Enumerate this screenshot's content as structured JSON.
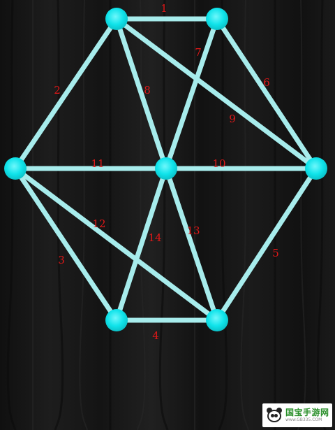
{
  "colors": {
    "edge": "#a7ecec",
    "node": "#0fe3ea",
    "label": "#e01818",
    "background": "#151515"
  },
  "edges": [
    {
      "label": "1",
      "from": "n1",
      "to": "n2"
    },
    {
      "label": "2",
      "from": "n1",
      "to": "n3"
    },
    {
      "label": "3",
      "from": "n3",
      "to": "n6"
    },
    {
      "label": "4",
      "from": "n6",
      "to": "n7"
    },
    {
      "label": "5",
      "from": "n7",
      "to": "n5"
    },
    {
      "label": "6",
      "from": "n2",
      "to": "n5"
    },
    {
      "label": "7",
      "from": "n2",
      "to": "n4"
    },
    {
      "label": "8",
      "from": "n1",
      "to": "n4"
    },
    {
      "label": "9",
      "from": "n1",
      "to": "n5"
    },
    {
      "label": "10",
      "from": "n4",
      "to": "n5"
    },
    {
      "label": "11",
      "from": "n3",
      "to": "n4"
    },
    {
      "label": "12",
      "from": "n3",
      "to": "n7"
    },
    {
      "label": "13",
      "from": "n4",
      "to": "n7"
    },
    {
      "label": "14",
      "from": "n4",
      "to": "n6"
    }
  ],
  "watermark": {
    "title": "国宝手游网",
    "url": "www.GB335.COM",
    "icon": "panda-icon"
  }
}
